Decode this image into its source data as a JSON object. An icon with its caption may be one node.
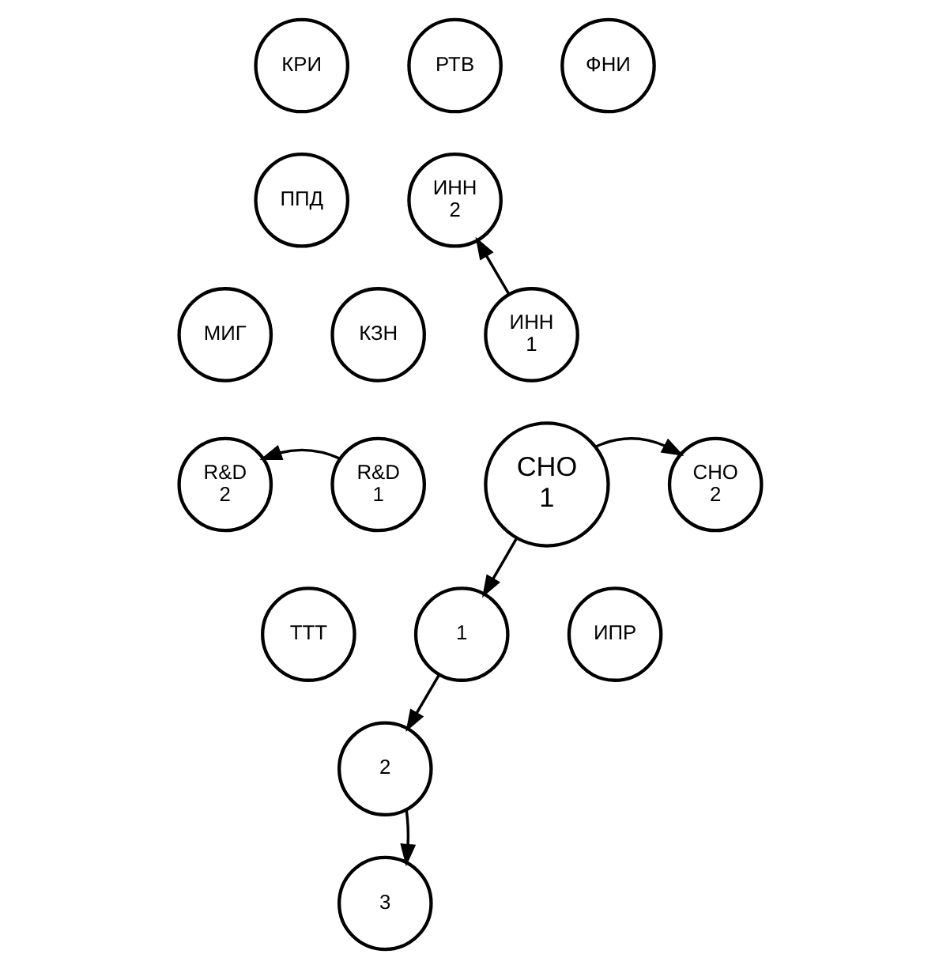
{
  "diagram": {
    "nodes": [
      {
        "text": [
          "РТВ"
        ]
      },
      {
        "text": [
          "КРИ"
        ]
      },
      {
        "text": [
          "ФНИ"
        ]
      },
      {
        "text": [
          "ППД"
        ]
      },
      {
        "text": [
          "ИНН",
          "2"
        ]
      },
      {
        "text": [
          "МИГ"
        ]
      },
      {
        "text": [
          "ИНН",
          "1"
        ]
      },
      {
        "text": [
          "КЗН"
        ]
      },
      {
        "text": [
          "R&D",
          "2"
        ]
      },
      {
        "text": [
          "R&D",
          "1"
        ]
      },
      {
        "text": [
          "СНО",
          "1"
        ]
      },
      {
        "text": [
          "СНО",
          "2"
        ]
      },
      {
        "text": [
          "ИПР"
        ]
      },
      {
        "text": [
          "1"
        ]
      },
      {
        "text": [
          "ТТТ"
        ]
      },
      {
        "text": [
          "2"
        ]
      },
      {
        "text": [
          "3"
        ]
      }
    ],
    "edges": [
      {
        "from": 6,
        "to": 4,
        "arrow": "to"
      },
      {
        "from": 9,
        "to": 8,
        "arrow": "to"
      },
      {
        "from": 10,
        "to": 11,
        "arrow": "to"
      },
      {
        "from": 10,
        "to": 13,
        "arrow": "to"
      },
      {
        "from": 13,
        "to": 15,
        "arrow": "to"
      },
      {
        "from": 15,
        "to": 16,
        "arrow": "to"
      }
    ]
  }
}
